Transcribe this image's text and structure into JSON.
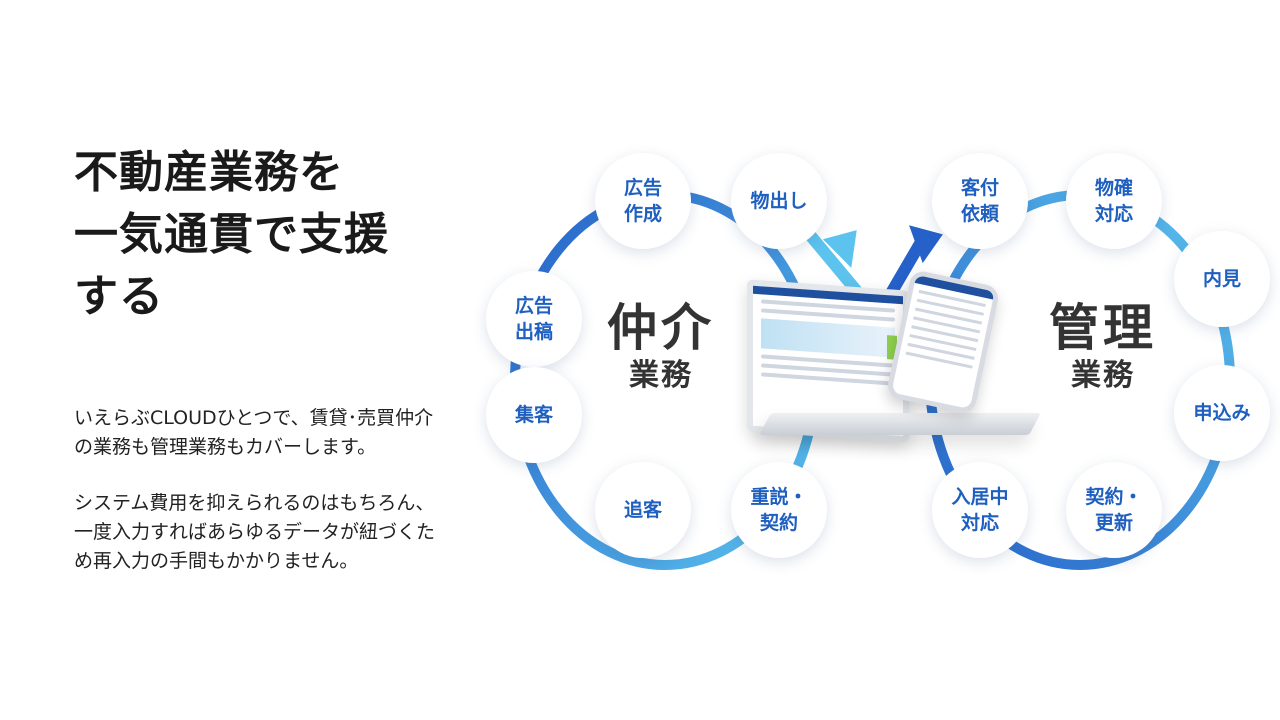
{
  "headline": [
    "不動産業務を",
    "一気通貫で支援",
    "する"
  ],
  "description": {
    "paragraph1": [
      "いえらぶCLOUDひとつで、賃貸･売買仲介",
      "の業務も管理業務もカバーします。"
    ],
    "paragraph2": [
      "システム費用を抑えられるのはもちろん、",
      "一度入力すればあらゆるデータが紐づくた",
      "め再入力の手間もかかりません。"
    ]
  },
  "diagram": {
    "brokerage": {
      "title": "仲介",
      "subtitle": "業務",
      "steps": [
        "広告\n作成",
        "物出し",
        "広告\n出稿",
        "集客",
        "追客",
        "重説・\n契約"
      ]
    },
    "management": {
      "title": "管理",
      "subtitle": "業務",
      "steps": [
        "客付\n依頼",
        "物確\n対応",
        "内見",
        "申込み",
        "入居中\n対応",
        "契約・\n更新"
      ]
    },
    "colors": {
      "accent_dark": "#2561c9",
      "accent_light": "#5cc3ee",
      "node_text": "#1f5fbf"
    }
  }
}
